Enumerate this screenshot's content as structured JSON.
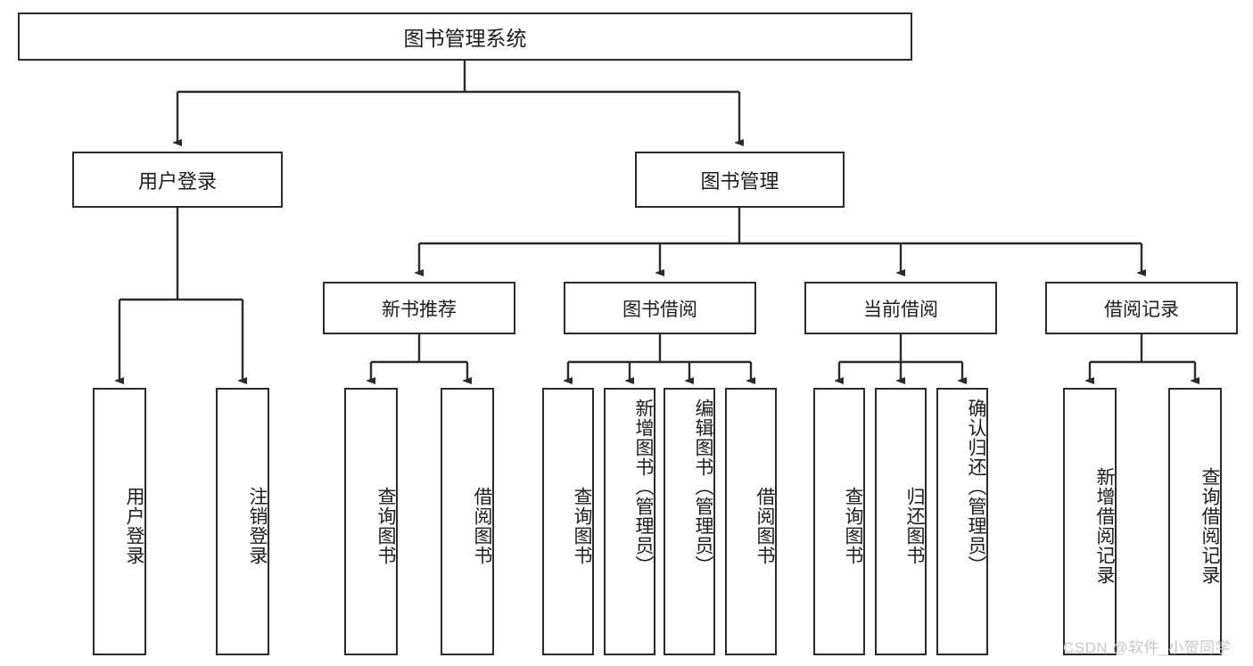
{
  "diagram": {
    "title": "图书管理系统",
    "type": "hierarchy-tree",
    "root": {
      "label": "图书管理系统"
    },
    "level1": [
      {
        "label": "用户登录"
      },
      {
        "label": "图书管理"
      }
    ],
    "level2": [
      {
        "label": "新书推荐"
      },
      {
        "label": "图书借阅"
      },
      {
        "label": "当前借阅"
      },
      {
        "label": "借阅记录"
      }
    ],
    "leaves": {
      "user_login": [
        {
          "label": "用户登录"
        },
        {
          "label": "注销登录"
        }
      ],
      "new_book_recommend": [
        {
          "label": "查询图书"
        },
        {
          "label": "借阅图书"
        }
      ],
      "book_borrow": [
        {
          "label": "查询图书"
        },
        {
          "label": "新增图书（管理员）"
        },
        {
          "label": "编辑图书（管理员）"
        },
        {
          "label": "借阅图书"
        }
      ],
      "current_borrow": [
        {
          "label": "查询图书"
        },
        {
          "label": "归还图书"
        },
        {
          "label": "确认归还（管理员）"
        }
      ],
      "borrow_record": [
        {
          "label": "新增借阅记录"
        },
        {
          "label": "查询借阅记录"
        }
      ]
    }
  },
  "watermark": {
    "text": "CSDN @软件_小贺同学",
    "color": "#c8c8c8"
  },
  "style": {
    "line_color": "#2b2b2b",
    "box_border": "#2b2b2b",
    "box_fill": "#ffffff",
    "text_color": "#1d1d1d"
  }
}
